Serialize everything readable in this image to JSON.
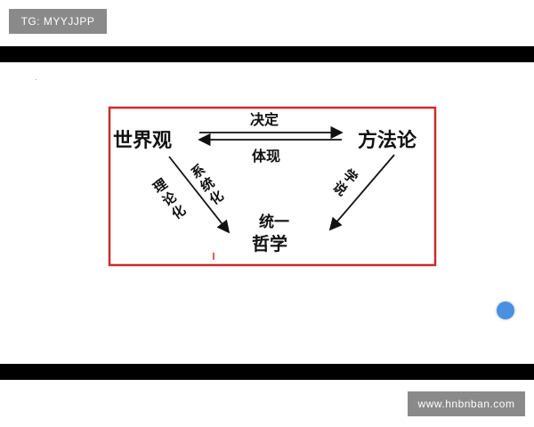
{
  "watermarks": {
    "top": "TG: MYYJJPP",
    "bottom": "www.hnbnban.com"
  },
  "diagram": {
    "nodes": {
      "worldview": "世界观",
      "methodology": "方法论",
      "philosophy_line1": "统一",
      "philosophy_line2": "哲学"
    },
    "edges": {
      "decides": "决定",
      "embodies": "体现",
      "systematize": [
        "系",
        "统",
        "化"
      ],
      "theorize": [
        "理",
        "论",
        "化"
      ],
      "doctrine": [
        "学",
        "说"
      ]
    },
    "colors": {
      "frame": "#cc2a2a",
      "ink": "#111111",
      "accent": "#4a90e2"
    }
  },
  "icons": {
    "floating_button": "blue-circle-icon"
  }
}
